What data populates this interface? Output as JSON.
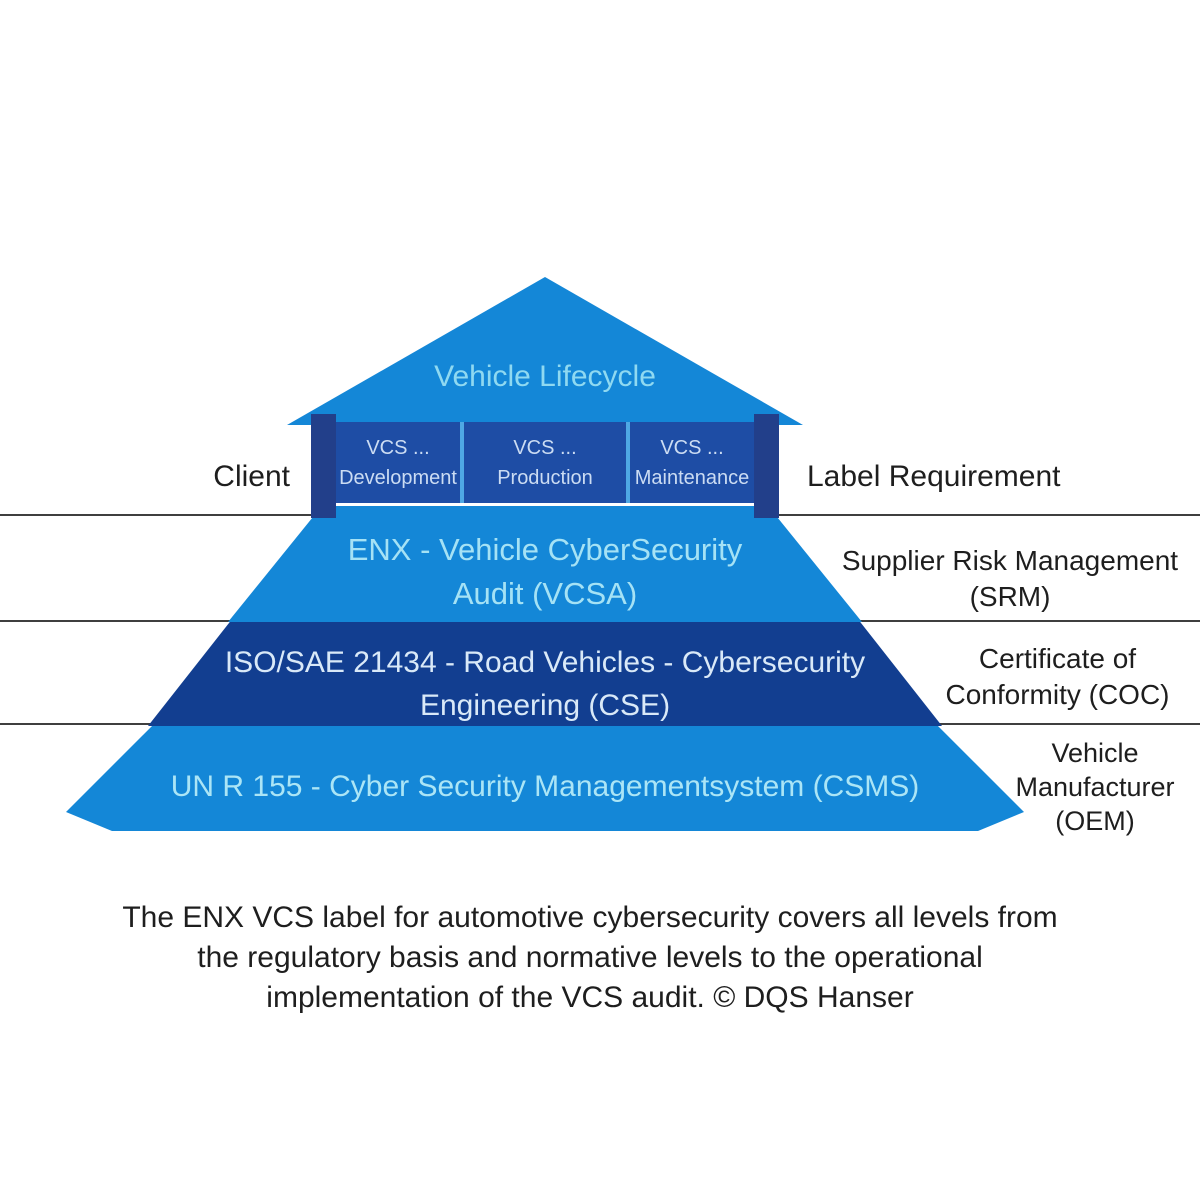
{
  "colors": {
    "blue": "#1487d7",
    "navy": "#123E90",
    "box-navy": "#1E4DA5",
    "pillar-navy": "#223F8A",
    "sep": "#4FA8E4",
    "line": "#3F3F3F",
    "black-text": "#1E1E1E",
    "roof-text": "#8FD9F1",
    "vcsa-text": "#A5E2F5",
    "iso-text": "#D9E9F8",
    "csms-text": "#ABE5F6",
    "box-text": "#CBDCF3"
  },
  "diagram": {
    "roof_title": "Vehicle Lifecycle",
    "left_label": "Client",
    "right_label": "Label Requirement",
    "vcs_boxes": [
      {
        "line1": "VCS ...",
        "line2": "Development"
      },
      {
        "line1": "VCS ...",
        "line2": "Production"
      },
      {
        "line1": "VCS ...",
        "line2": "Maintenance"
      }
    ],
    "bands": [
      {
        "id": "vcsa",
        "title_lines": [
          "ENX - Vehicle CyberSecurity",
          "Audit (VCSA)"
        ],
        "side_label_lines": [
          "Supplier Risk Management",
          "(SRM)"
        ]
      },
      {
        "id": "cse",
        "title_lines": [
          "ISO/SAE 21434 - Road Vehicles - Cybersecurity",
          "Engineering (CSE)"
        ],
        "side_label_lines": [
          "Certificate of",
          "Conformity (COC)"
        ]
      },
      {
        "id": "csms",
        "title_lines": [
          "UN R 155 - Cyber Security Managementsystem (CSMS)"
        ],
        "side_label_lines": [
          "Vehicle",
          "Manufacturer",
          "(OEM)"
        ]
      }
    ]
  },
  "caption": {
    "lines": [
      "The ENX VCS label for automotive cybersecurity covers all levels from",
      "the regulatory basis and normative levels to the operational",
      "implementation of the VCS audit. © DQS Hanser"
    ]
  }
}
